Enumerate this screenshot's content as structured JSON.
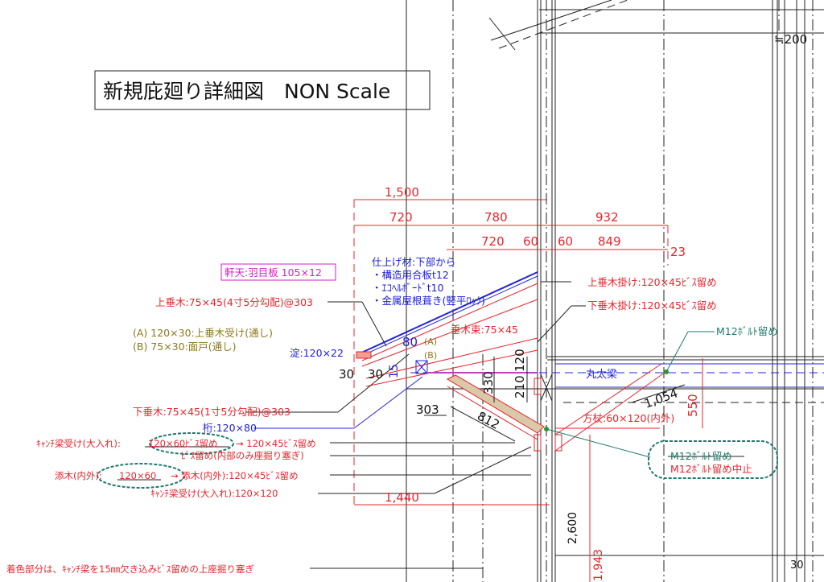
{
  "title": "新規庇廻り詳細図　NON Scale",
  "dimensions": {
    "top_total": "1,500",
    "row1": [
      "720",
      "780",
      "932"
    ],
    "row2": [
      "720",
      "60",
      "60",
      "849",
      "23"
    ],
    "bottom": "1,440",
    "height_2600": "2,600",
    "height_1943": "1,943",
    "d_200": "≒200",
    "d_80": "80",
    "d_15": "15",
    "d_30a": "30",
    "d_30b": "30",
    "d_303": "303",
    "d_812": "812",
    "d_330": "330",
    "d_210": "210",
    "d_120": "120",
    "d_1054": "1,054",
    "d_550": "550",
    "d_30c": "30"
  },
  "labels": {
    "soffit": "軒天:羽目板 105×12",
    "finish_head": "仕上げ材:下部から",
    "finish_1": "・構造用合板t12",
    "finish_2": "・ｴｺﾍﾙﾎﾞｰﾄﾞt10",
    "finish_3": "・金属屋根葺き(竪平ﾛｯｸ)",
    "upper_rafter": "上垂木:75×45(4寸5分勾配)@303",
    "note_a": "(A)  120×30:上垂木受け(通し)",
    "note_b": "(B)  75×30:面戸(通し)",
    "fascia": "淀:120×22",
    "mark_a": "(A)",
    "mark_b": "(B)",
    "strut": "垂木束:75×45",
    "upper_hanger": "上垂木掛け:120×45ﾋﾞｽ留め",
    "lower_hanger": "下垂木掛け:120×45ﾋﾞｽ留め",
    "bolt": "M12ﾎﾞﾙﾄ留め",
    "log_beam": "丸太梁",
    "brace": "方杖:60×120(内外)",
    "bolt_old": "M12ﾎﾞﾙﾄ留め",
    "bolt_cancel": "M12ﾎﾞﾙﾄ留め中止",
    "lower_rafter": "下垂木:75×45(1寸5分勾配)@303",
    "girder": "桁:120×80",
    "cant_recv_prefix": "ｷｬﾝﾁ梁受け(大入れ):",
    "cant_recv_old": "120×60ﾋﾞｽ留め",
    "cant_recv_new": "→ 120×45ﾋﾞｽ留め",
    "screw_note": "ﾋﾞｽ留め(内部のみ座掘り塞ぎ)",
    "soegi_prefix": "添木(内外):",
    "soegi_old": "120×60",
    "soegi_new": "→  添木(内外):120×45ﾋﾞｽ留め",
    "cant_recv2": "ｷｬﾝﾁ梁受け(大入れ):120×120",
    "bottom_note": "着色部分は、ｷｬﾝﾁ梁を15㎜欠き込みﾋﾞｽ留めの上座掘り塞ぎ"
  },
  "colors": {
    "red": "#e8242c",
    "blue": "#1d1ddc",
    "olive": "#8a7a1e",
    "teal": "#1f7a6e",
    "magenta": "#d21fc8",
    "tan": "#d9c9a8"
  }
}
